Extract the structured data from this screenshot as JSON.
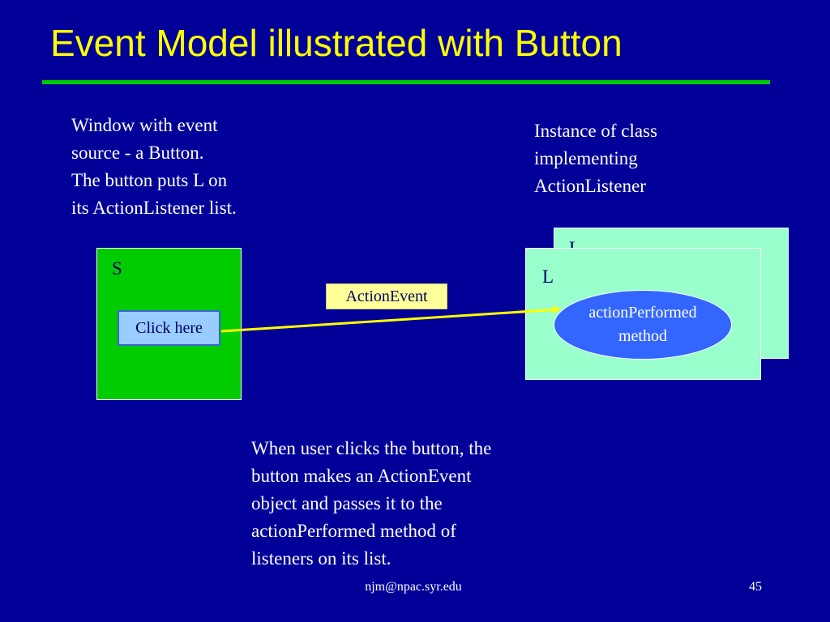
{
  "title": "Event Model illustrated with Button",
  "notes": {
    "left": [
      "Window with event",
      "source - a Button.",
      "The button puts L on",
      "its ActionListener list."
    ],
    "right": [
      "Instance of class",
      "implementing",
      "ActionListener"
    ],
    "bottom": [
      "When user clicks the button, the",
      "button makes an ActionEvent",
      "object and passes it to the",
      "actionPerformed method of",
      "listeners on its list."
    ]
  },
  "window_s": {
    "label": "S",
    "button_label": "Click here"
  },
  "event_label": "ActionEvent",
  "listener": {
    "back_label": "L",
    "front_label": "L",
    "method_lines": [
      "actionPerformed",
      "method"
    ]
  },
  "footer": {
    "email": "njm@npac.syr.edu",
    "page_number": "45"
  },
  "colors": {
    "background": "#000099",
    "title": "#ffff00",
    "rule": "#00cc00",
    "window": "#00cc00",
    "button": "#99ccff",
    "event_box": "#ffff99",
    "listener": "#99ffcc",
    "method": "#3366ff",
    "arrow": "#ffff00"
  }
}
